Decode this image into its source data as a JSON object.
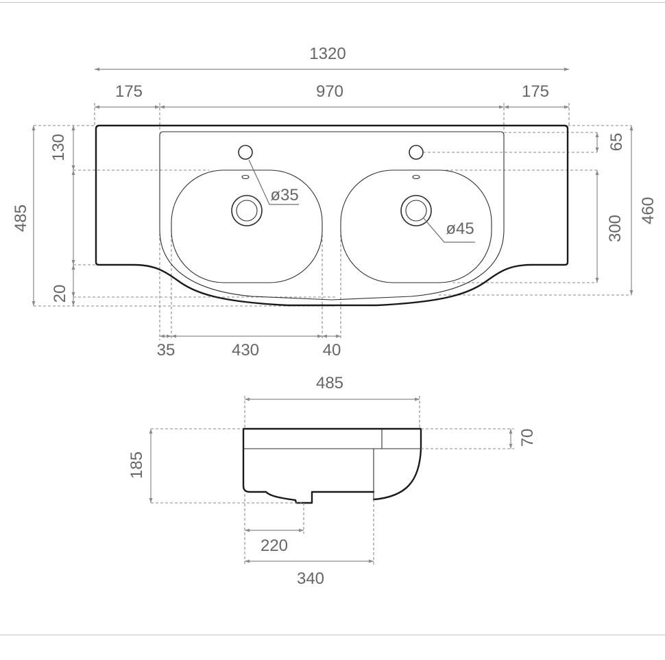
{
  "top_view": {
    "overall_width": "1320",
    "side_left": "175",
    "center_width": "970",
    "side_right": "175",
    "total_depth": "485",
    "deck_depth": "130",
    "front_offset": "20",
    "tap_hole_diameter": "ø35",
    "drain_diameter": "ø45",
    "tap_hole_offset": "65",
    "inner_depth": "460",
    "bowl_depth": "300",
    "bowl_inset": "35",
    "bowl_width": "430",
    "bowl_gap": "40"
  },
  "side_view": {
    "depth": "485",
    "height": "185",
    "rim_height": "70",
    "drain_offset": "220",
    "body_depth": "340"
  },
  "colors": {
    "line": "#1a1a1a",
    "dim": "#8a8a8a",
    "text": "#666666",
    "frame": "#c4c4c4"
  }
}
